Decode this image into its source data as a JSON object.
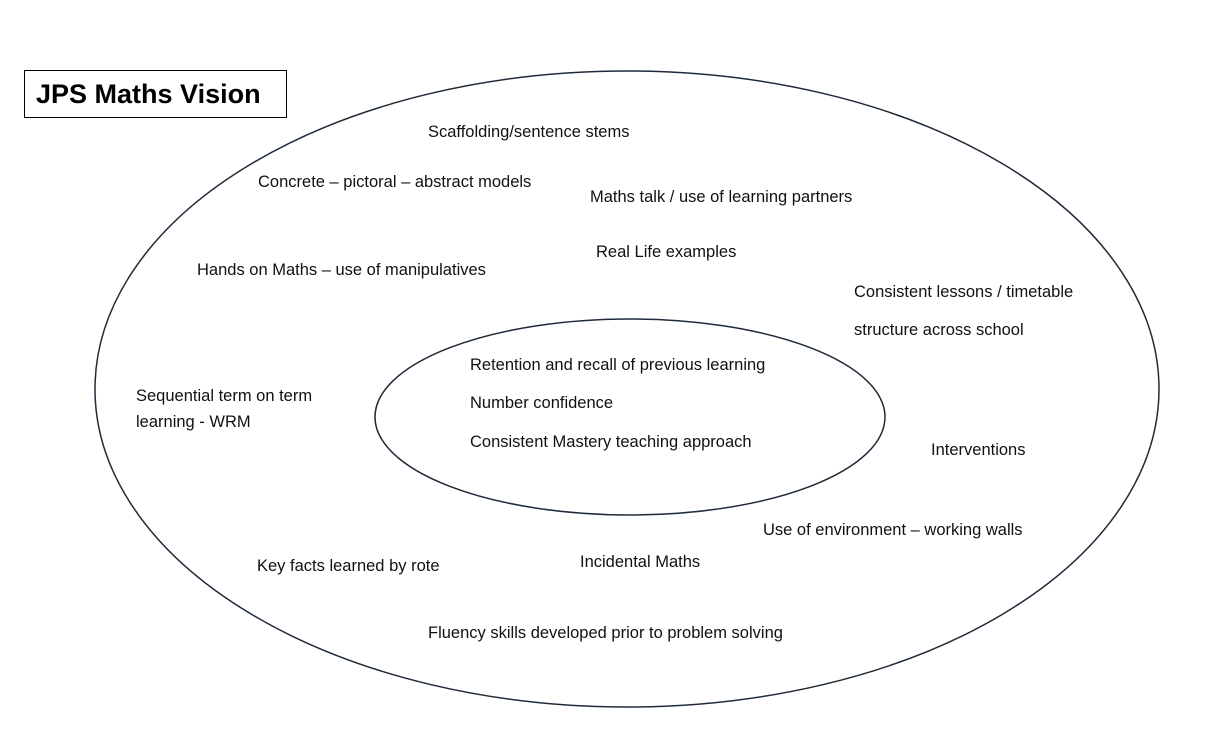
{
  "title": "JPS Maths Vision",
  "outer_items": {
    "scaffolding": "Scaffolding/sentence stems",
    "concrete": "Concrete – pictoral – abstract models",
    "maths_talk": "Maths talk / use of learning partners",
    "real_life": "Real Life examples",
    "hands_on": "Hands on Maths – use of manipulatives",
    "consistent_lessons_1": "Consistent lessons / timetable",
    "consistent_lessons_2": "structure across school",
    "sequential_1": "Sequential term on term",
    "sequential_2": "learning - WRM",
    "interventions": "Interventions",
    "environment": "Use of environment – working walls",
    "key_facts": "Key facts learned by rote",
    "incidental": "Incidental Maths",
    "fluency": "Fluency skills developed prior to problem solving"
  },
  "inner_items": {
    "retention": "Retention and recall of previous learning",
    "number_confidence": "Number confidence",
    "mastery": "Consistent Mastery teaching approach"
  },
  "colors": {
    "ellipse_stroke": "#1f2a3a",
    "text": "#111111",
    "background": "#ffffff"
  }
}
